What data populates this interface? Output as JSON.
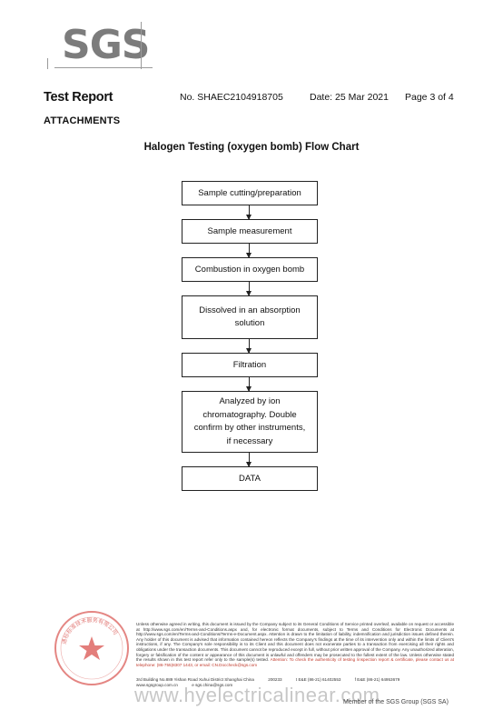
{
  "logo": {
    "text": "SGS"
  },
  "header": {
    "title": "Test Report",
    "report_no": "No. SHAEC2104918705",
    "date": "Date: 25 Mar 2021",
    "page": "Page 3 of 4"
  },
  "section": {
    "label": "ATTACHMENTS"
  },
  "flowchart": {
    "title": "Halogen Testing (oxygen bomb) Flow Chart",
    "steps": [
      "Sample cutting/preparation",
      "Sample measurement",
      "Combustion in oxygen bomb",
      "Dissolved in an absorption solution",
      "Filtration",
      "Analyzed by ion chromatography. Double confirm by other instruments, if necessary",
      "DATA"
    ]
  },
  "footer": {
    "seal_text": "通标标准技术服务有限公司",
    "disclaimer": "Unless otherwise agreed in writing, this document is issued by the Company subject to its General Conditions of Service printed overleaf, available on request or accessible at http://www.sgs.com/en/Terms-and-Conditions.aspx and, for electronic format documents, subject to Terms and Conditions for Electronic Documents at http://www.sgs.com/en/Terms-and-Conditions/Terms-e-Document.aspx. Attention is drawn to the limitation of liability, indemnification and jurisdiction issues defined therein. Any holder of this document is advised that information contained hereon reflects the Company's findings at the time of its intervention only and within the limits of Client's instructions, if any. The Company's sole responsibility is to its Client and this document does not exonerate parties to a transaction from exercising all their rights and obligations under the transaction documents. This document cannot be reproduced except in full, without prior written approval of the Company. Any unauthorized alteration, forgery or falsification of the content or appearance of this document is unlawful and offenders may be prosecuted to the fullest extent of the law. Unless otherwise stated the results shown in this test report refer only to the sample(s) tested.",
    "attention": "Attention: To check the authenticity of testing /inspection report & certificate, please contact us at telephone: (86-755)8307 1443, or email: CN.Doccheck@sgs.com",
    "address_left": "3rd Building No.889 Yishan Road Xuhui District Shanghai China",
    "postcode": "200233",
    "tel": "t E&E (86-21) 61402553",
    "fax": "f E&E (86-21) 64953679",
    "web": "www.sgsgroup.com.cn",
    "email": "e sgs.china@sgs.com",
    "member": "Member of the SGS Group (SGS SA)",
    "watermark": "www.hyelectricalinear.com"
  }
}
